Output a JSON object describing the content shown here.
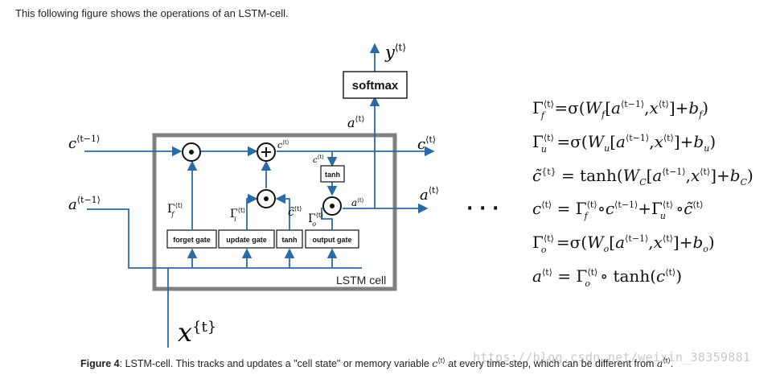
{
  "intro": "This following figure shows the operations of an LSTM-cell.",
  "diagram": {
    "cell_label": "LSTM cell",
    "softmax_label": "softmax",
    "tanh_box_label": "tanh",
    "gates": [
      "forget gate",
      "update gate",
      "tanh",
      "output gate"
    ],
    "labels": {
      "c_prev": "c",
      "c_prev_sup": "⟨t−1⟩",
      "a_prev": "a",
      "a_prev_sup": "⟨t−1⟩",
      "c_next": "c",
      "c_next_sup": "⟨t⟩",
      "a_next": "a",
      "a_next_sup": "⟨t⟩",
      "y": "y",
      "y_sup": "⟨t⟩",
      "x": "x",
      "x_sup": "{t}",
      "a_up": "a",
      "a_up_sup": "⟨t⟩",
      "gamma_f": "Γ",
      "gamma_f_sub": "f",
      "gamma_f_sup": "⟨t⟩",
      "gamma_i": "Γ",
      "gamma_i_sub": "i",
      "gamma_i_sup": "⟨t⟩",
      "c_tilde": "c̃",
      "c_tilde_sup": "⟨t⟩",
      "gamma_o": "Γ",
      "gamma_o_sub": "o",
      "gamma_o_sup": "⟨t⟩",
      "c_inner": "c",
      "c_inner_sup": "⟨t⟩",
      "c_inner2": "c",
      "c_inner2_sup": "⟨t⟩",
      "a_inner": "a",
      "a_inner_sup": "⟨t⟩"
    },
    "ellipsis": "· · ·",
    "colors": {
      "flow": "#2b6aa5",
      "cell_border": "#808080"
    }
  },
  "equations": [
    "Γf⟨t⟩ = σ(Wf[a⟨t−1⟩, x⟨t⟩] + bf)",
    "Γu⟨t⟩ = σ(Wu[a⟨t−1⟩, x⟨t⟩] + bu)",
    "c̃{t} = tanh(WC[a⟨t−1⟩, x⟨t⟩] + bC)",
    "c⟨t⟩ = Γf⟨t⟩ ∘ c⟨t−1⟩ + Γu⟨t⟩ ∘ c̃⟨t⟩",
    "Γo⟨t⟩ = σ(Wo[a⟨t−1⟩, x⟨t⟩] + bo)",
    "a⟨t⟩ = Γo⟨t⟩ ∘ tanh(c⟨t⟩)"
  ],
  "caption": {
    "bold": "Figure 4",
    "text": ": LSTM-cell. This tracks and updates a \"cell state\" or memory variable ",
    "var1": "c",
    "var1_sup": "⟨t⟩",
    "text2": " at every time-step, which can be different from ",
    "var2": "a",
    "var2_sup": "⟨t⟩",
    "end": "."
  },
  "watermark": "https://blog.csdn.net/weixin_38359881"
}
